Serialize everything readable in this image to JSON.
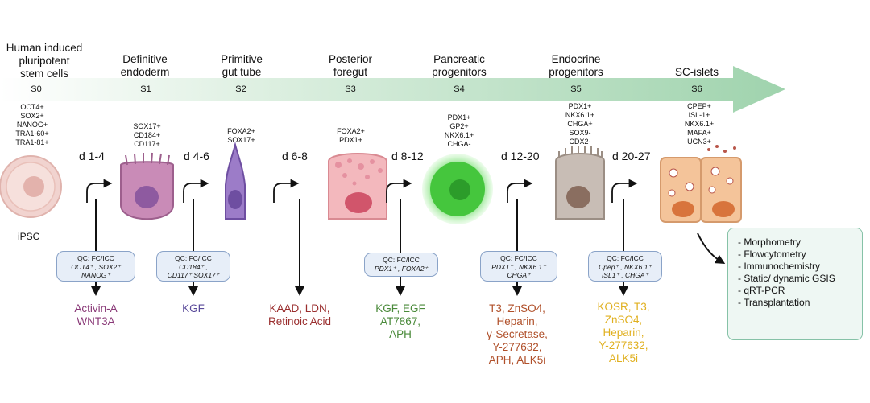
{
  "stages": [
    {
      "title": "Human induced\npluripotent\nstem cells",
      "code": "S0",
      "markers": "OCT4+\nSOX2+\nNANOG+\nTRA1-60+\nTRA1-81+"
    },
    {
      "title": "Definitive\nendoderm",
      "code": "S1",
      "markers": "SOX17+\nCD184+\nCD117+"
    },
    {
      "title": "Primitive\ngut tube",
      "code": "S2",
      "markers": "FOXA2+\nSOX17+"
    },
    {
      "title": "Posterior\nforegut",
      "code": "S3",
      "markers": "FOXA2+\nPDX1+"
    },
    {
      "title": "Pancreatic\nprogenitors",
      "code": "S4",
      "markers": "PDX1+\nGP2+\nNKX6.1+\nCHGA-"
    },
    {
      "title": "Endocrine\nprogenitors",
      "code": "S5",
      "markers": "PDX1+\nNKX6.1+\nCHGA+\nSOX9-\nCDX2-"
    },
    {
      "title": "SC-islets",
      "code": "S6",
      "markers": "CPEP+\nISL-1+\nNKX6.1+\nMAFA+\nUCN3+"
    }
  ],
  "ipsc_label": "iPSC",
  "days": [
    "d 1-4",
    "d 4-6",
    "d 6-8",
    "d 8-12",
    "d 12-20",
    "d 20-27"
  ],
  "qc": [
    {
      "title": "QC: FC/ICC",
      "l1": "OCT4⁺ , SOX2⁺",
      "l2": "NANOG⁺"
    },
    {
      "title": "QC: FC/ICC",
      "l1": "CD184⁺ ,",
      "l2": "CD117⁺ SOX17⁺"
    },
    {
      "title": "QC: FC/ICC",
      "l1": "PDX1⁺ , FOXA2⁺",
      "l2": ""
    },
    {
      "title": "QC: FC/ICC",
      "l1": "PDX1⁺ , NKX6.1⁺",
      "l2": "CHGA⁺"
    },
    {
      "title": "QC: FC/ICC",
      "l1": "Cpep⁺ , NKX6.1⁺",
      "l2": "ISL1⁺ , CHGA⁺"
    }
  ],
  "factors": [
    {
      "text": "Activin-A\nWNT3A",
      "color": "#8a3a78"
    },
    {
      "text": "KGF",
      "color": "#5a4a9a"
    },
    {
      "text": "KAAD, LDN,\nRetinoic Acid",
      "color": "#9a2e2e"
    },
    {
      "text": "KGF, EGF\nAT7867,\nAPH",
      "color": "#4a8a3a"
    },
    {
      "text": "T3, ZnSO4,\nHeparin,\nγ-Secretase,\nY-277632,\nAPH, ALK5i",
      "color": "#b0502a"
    },
    {
      "text": "KOSR, T3,\nZnSO4,\nHeparin,\nY-277632,\nALK5i",
      "color": "#e0b020"
    }
  ],
  "readouts": [
    "- Morphometry",
    "- Flowcytometry",
    "- Immunochemistry",
    "- Static/ dynamic GSIS",
    "- qRT-PCR",
    "- Transplantation"
  ],
  "colors": {
    "timeline": "#b9e0c3",
    "qc_border": "#8aa3c8",
    "readout_border": "#86c2a7"
  }
}
